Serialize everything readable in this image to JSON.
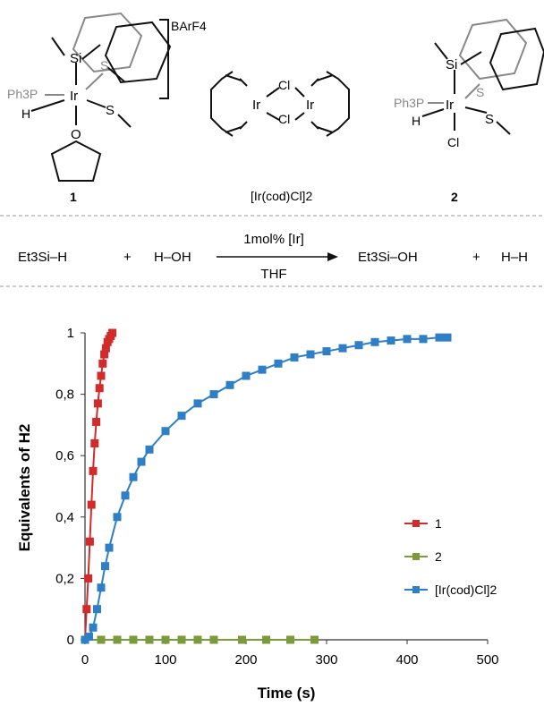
{
  "structures": {
    "complex1": {
      "number": "1",
      "atoms": {
        "si": "Si",
        "ir": "Ir",
        "s1": "S",
        "s2": "S",
        "o": "O",
        "pph3": "Ph3P",
        "h": "H"
      },
      "counterion": "BArF4"
    },
    "dimer": {
      "atoms": {
        "ir_left": "Ir",
        "ir_right": "Ir",
        "cl_top": "Cl",
        "cl_bottom": "Cl"
      },
      "caption": "[Ir(cod)Cl]2"
    },
    "complex2": {
      "number": "2",
      "atoms": {
        "si": "Si",
        "ir": "Ir",
        "s1": "S",
        "s2": "S",
        "pph3": "Ph3P",
        "h": "H",
        "cl": "Cl"
      }
    }
  },
  "reaction": {
    "reactant1": "Et3Si–H",
    "plus1": "+",
    "reactant2": "H–OH",
    "catalyst": "1mol% [Ir]",
    "solvent": "THF",
    "product1": "Et3Si–OH",
    "plus2": "+",
    "product2": "H–H"
  },
  "colors": {
    "series1": "#d22b2b",
    "series2": "#7a9a3c",
    "series3": "#2f7fc6"
  },
  "chart_data": {
    "type": "scatter",
    "title": "",
    "xlabel": "Time (s)",
    "ylabel": "Equivalents of H2",
    "xlim": [
      0,
      500
    ],
    "ylim": [
      0,
      1
    ],
    "xticks": [
      0,
      100,
      200,
      300,
      400,
      500
    ],
    "yticks": [
      0,
      0.2,
      0.4,
      0.6,
      0.8,
      1
    ],
    "ytick_labels": [
      "0",
      "0,2",
      "0,4",
      "0,6",
      "0,8",
      "1"
    ],
    "grid": false,
    "legend": "right",
    "series": [
      {
        "name": "1",
        "x": [
          0,
          2,
          4,
          6,
          8,
          10,
          12,
          14,
          16,
          18,
          20,
          22,
          24,
          26,
          28,
          30,
          32,
          34
        ],
        "y": [
          0.0,
          0.1,
          0.2,
          0.32,
          0.44,
          0.55,
          0.64,
          0.71,
          0.77,
          0.82,
          0.86,
          0.9,
          0.93,
          0.95,
          0.97,
          0.98,
          0.99,
          1.0
        ]
      },
      {
        "name": "2",
        "x": [
          0,
          20,
          40,
          60,
          80,
          100,
          120,
          140,
          160,
          195,
          225,
          255,
          285
        ],
        "y": [
          0,
          0,
          0,
          0,
          0,
          0,
          0,
          0,
          0,
          0,
          0,
          0,
          0
        ]
      },
      {
        "name": "[Ir(cod)Cl]2",
        "x": [
          0,
          5,
          10,
          15,
          20,
          25,
          30,
          40,
          50,
          60,
          70,
          80,
          100,
          120,
          140,
          160,
          180,
          200,
          220,
          240,
          260,
          280,
          300,
          320,
          340,
          360,
          380,
          400,
          420,
          440,
          450
        ],
        "y": [
          0.0,
          0.01,
          0.04,
          0.1,
          0.17,
          0.24,
          0.3,
          0.4,
          0.47,
          0.53,
          0.58,
          0.62,
          0.68,
          0.73,
          0.77,
          0.8,
          0.83,
          0.86,
          0.88,
          0.9,
          0.92,
          0.93,
          0.94,
          0.95,
          0.96,
          0.97,
          0.975,
          0.98,
          0.98,
          0.985,
          0.985
        ]
      }
    ]
  }
}
